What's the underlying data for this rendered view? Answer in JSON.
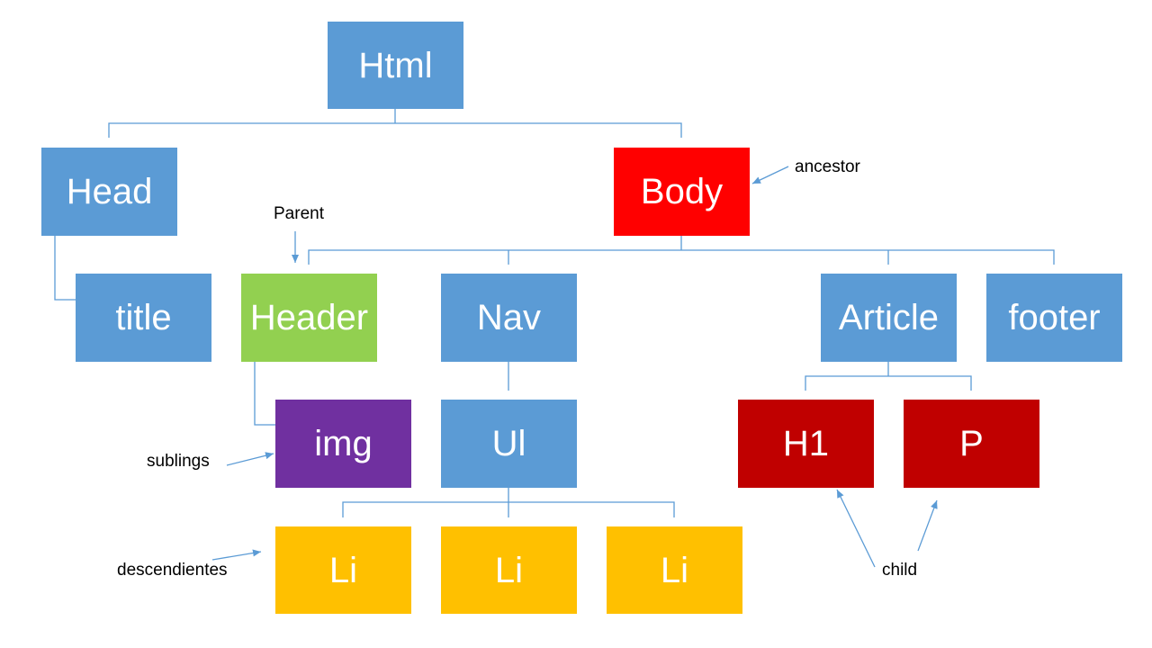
{
  "colors": {
    "default_box": "#5b9bd5",
    "body_box": "#ff0000",
    "header_box": "#92d050",
    "img_box": "#7030a0",
    "li_box": "#ffc000",
    "h1_p_box": "#c00000",
    "connector": "#5b9bd5",
    "box_text": "#ffffff",
    "note_text": "#000000"
  },
  "nodes": {
    "html": "Html",
    "head": "Head",
    "body": "Body",
    "title": "title",
    "header": "Header",
    "nav": "Nav",
    "article": "Article",
    "footer": "footer",
    "img": "img",
    "ul": "Ul",
    "h1": "H1",
    "p": "P",
    "li_1": "Li",
    "li_2": "Li",
    "li_3": "Li"
  },
  "notes": {
    "ancestor": "ancestor",
    "parent": "Parent",
    "siblings": "sublings",
    "descendants": "descendientes",
    "child": "child"
  }
}
